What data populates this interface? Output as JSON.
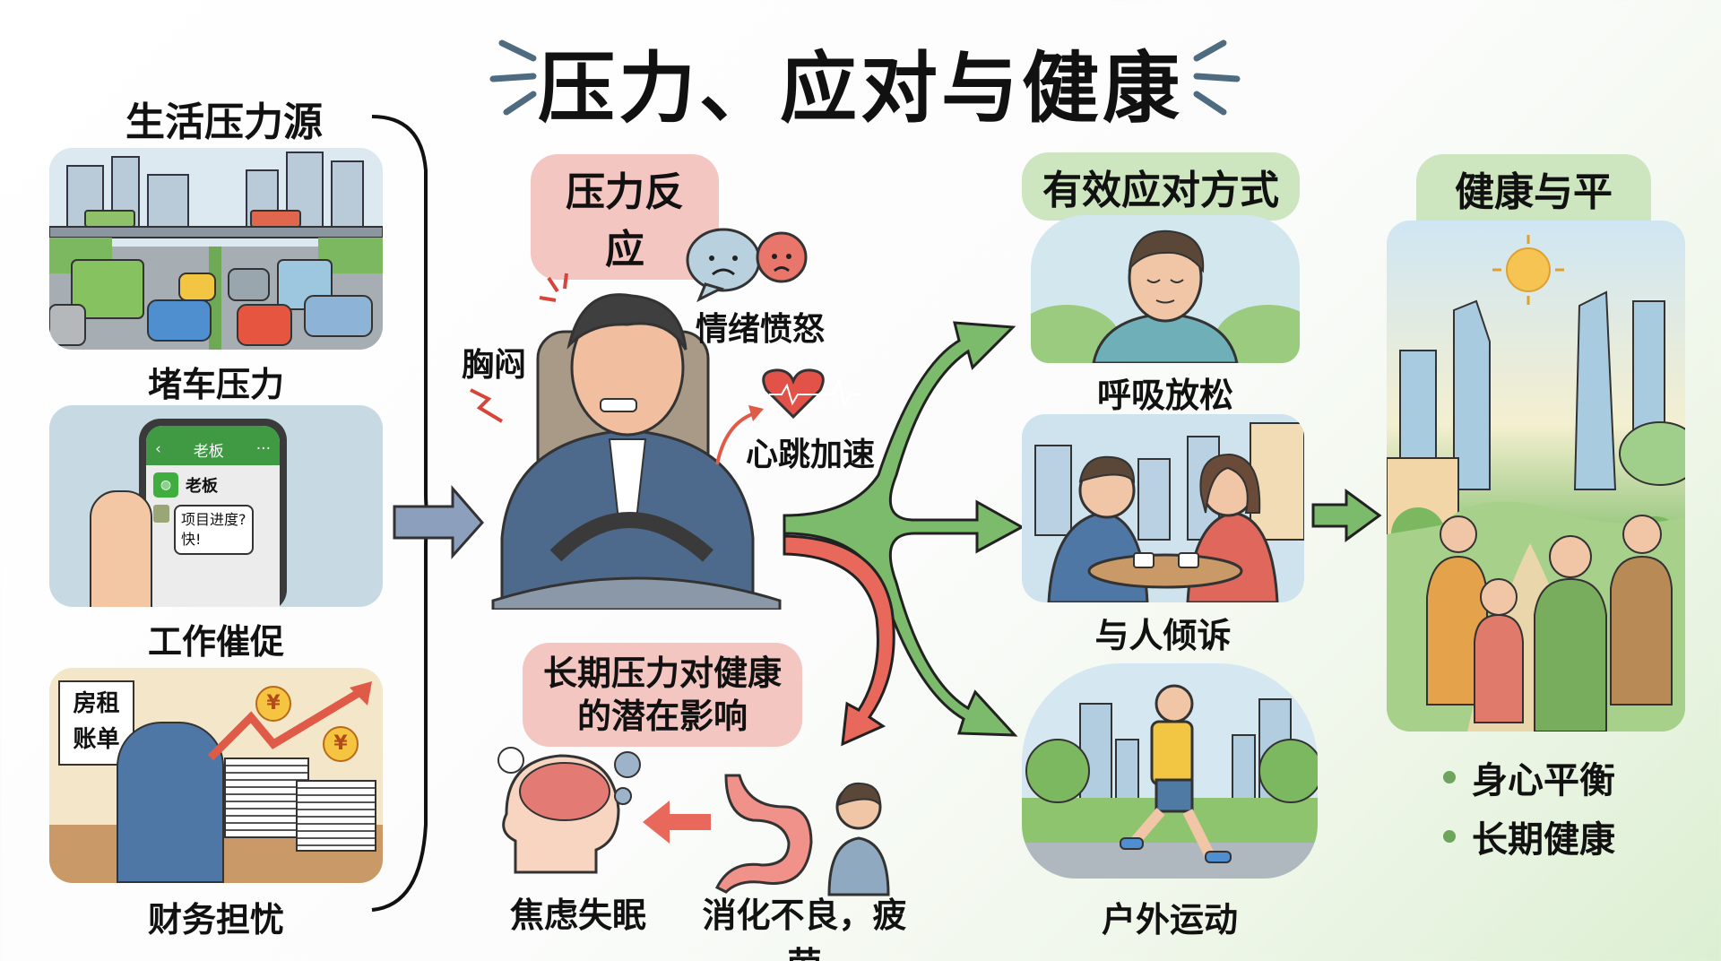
{
  "title": "压力、应对与健康",
  "sources": {
    "heading": "生活压力源",
    "items": [
      {
        "caption": "堵车压力",
        "scene": "traffic-jam"
      },
      {
        "caption": "工作催促",
        "scene": "phone-message",
        "phone": {
          "header": "老板",
          "contact": "老板",
          "message_line1": "项目进度?",
          "message_line2": "快!"
        }
      },
      {
        "caption": "财务担忧",
        "scene": "bills-desk",
        "sign_line1": "房租",
        "sign_line2": "账单",
        "currency_symbol": "¥"
      }
    ]
  },
  "reaction": {
    "heading": "压力反应",
    "labels": {
      "chest": "胸闷",
      "emotion": "情绪愤怒",
      "heart": "心跳加速"
    }
  },
  "long_term": {
    "heading_line1": "长期压力对健康",
    "heading_line2": "的潜在影响",
    "effects": [
      {
        "caption": "焦虑失眠"
      },
      {
        "caption": "消化不良，疲劳"
      }
    ]
  },
  "coping": {
    "heading": "有效应对方式",
    "items": [
      {
        "caption": "呼吸放松"
      },
      {
        "caption": "与人倾诉"
      },
      {
        "caption": "户外运动"
      }
    ]
  },
  "outcome": {
    "heading": "健康与平衡",
    "bullets": [
      "身心平衡",
      "长期健康"
    ]
  },
  "colors": {
    "green_arrow": "#7dbb6c",
    "red_arrow": "#e8685c",
    "blue_arrow": "#8c9fbd",
    "pill_red": "#f4c6c2",
    "pill_green": "#cde6c0",
    "title_dash": "#4f6b80"
  }
}
